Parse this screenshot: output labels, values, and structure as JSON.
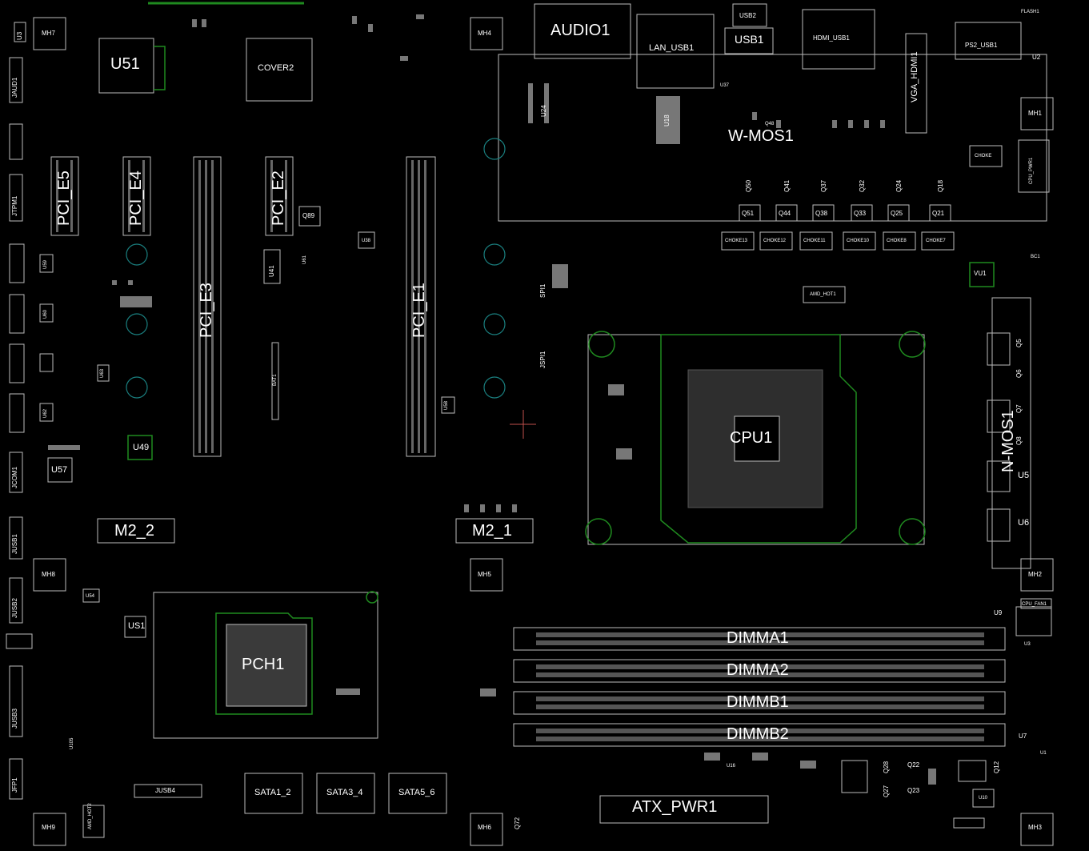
{
  "colors": {
    "background": "#000000",
    "silkscreen": "#ffffff",
    "copper_outline": "#1f8a1f",
    "mount_ring": "#1a7f7f",
    "cursor": "#c0504d"
  },
  "labels": {
    "u51": "U51",
    "cover2": "COVER2",
    "mh7": "MH7",
    "mh4": "MH4",
    "mh1": "MH1",
    "mh8": "MH8",
    "mh5": "MH5",
    "mh2": "MH2",
    "mh9": "MH9",
    "mh6": "MH6",
    "mh3": "MH3",
    "audio1": "AUDIO1",
    "lan_usb1": "LAN_USB1",
    "usb2": "USB2",
    "usb1": "USB1",
    "hdmi_usb1": "HDMI_USB1",
    "ps2_usb1": "PS2_USB1",
    "vga_hdmi1": "VGA_HDMI1",
    "flash1": "FLASH1",
    "u2": "U2",
    "w_mos1": "W-MOS1",
    "n_mos1": "N-MOS1",
    "u24": "U24",
    "u18": "U18",
    "u37": "U37",
    "u3": "U3",
    "jaud1": "JAUD1",
    "jtpm1": "JTPM1",
    "jcom1": "JCOM1",
    "jusb1": "JUSB1",
    "jusb2": "JUSB2",
    "jusb3": "JUSB3",
    "jusb4": "JUSB4",
    "jfp1": "JFP1",
    "jspi1": "JSPI1",
    "spi1": "SPI1",
    "pcie5": "PCI_E5",
    "pcie4": "PCI_E4",
    "pcie3": "PCI_E3",
    "pcie2": "PCI_E2",
    "pcie1": "PCI_E1",
    "q89": "Q89",
    "u41": "U41",
    "u61": "U61",
    "u38": "U38",
    "u59": "U59",
    "u60": "U60",
    "u62": "U62",
    "u63": "U63",
    "u49": "U49",
    "u57": "U57",
    "u54": "U54",
    "u51s": "US1",
    "u58": "U58",
    "bat1": "BAT1",
    "m2_2": "M2_2",
    "m2_1": "M2_1",
    "pch1": "PCH1",
    "cpu1": "CPU1",
    "amd_hot1": "AMD_HOT1",
    "vu1": "VU1",
    "sata1_2": "SATA1_2",
    "sata3_4": "SATA3_4",
    "sata5_6": "SATA5_6",
    "atx_pwr1": "ATX_PWR1",
    "dimma1": "DIMMA1",
    "dimma2": "DIMMA2",
    "dimmb1": "DIMMB1",
    "dimmb2": "DIMMB2",
    "cpu_pwr1": "CPU_PWR1",
    "cpu_fan1": "CPU_FAN1",
    "choke": "CHOKE",
    "q50": "Q50",
    "q41": "Q41",
    "q37": "Q37",
    "q32": "Q32",
    "q24": "Q24",
    "q18": "Q18",
    "q51": "Q51",
    "q44": "Q44",
    "q38": "Q38",
    "q33": "Q33",
    "q25": "Q25",
    "q21": "Q21",
    "choke13": "CHOKE13",
    "choke12": "CHOKE12",
    "choke11": "CHOKE11",
    "choke10": "CHOKE10",
    "choke8": "CHOKE8",
    "choke7": "CHOKE7",
    "q5": "Q5",
    "q6": "Q6",
    "q7": "Q7",
    "q8": "Q8",
    "u5": "U5",
    "u6": "U6",
    "u9": "U9",
    "u3r": "U3",
    "u7": "U7",
    "u1": "U1",
    "u10": "U10",
    "u16": "U16",
    "q28": "Q28",
    "q27": "Q27",
    "q22": "Q22",
    "q23": "Q23",
    "q12": "Q12",
    "q72": "Q72",
    "u105": "U105",
    "amd_hot2": "AMD_HOT2",
    "q48": "Q48",
    "bc1": "BC1"
  }
}
